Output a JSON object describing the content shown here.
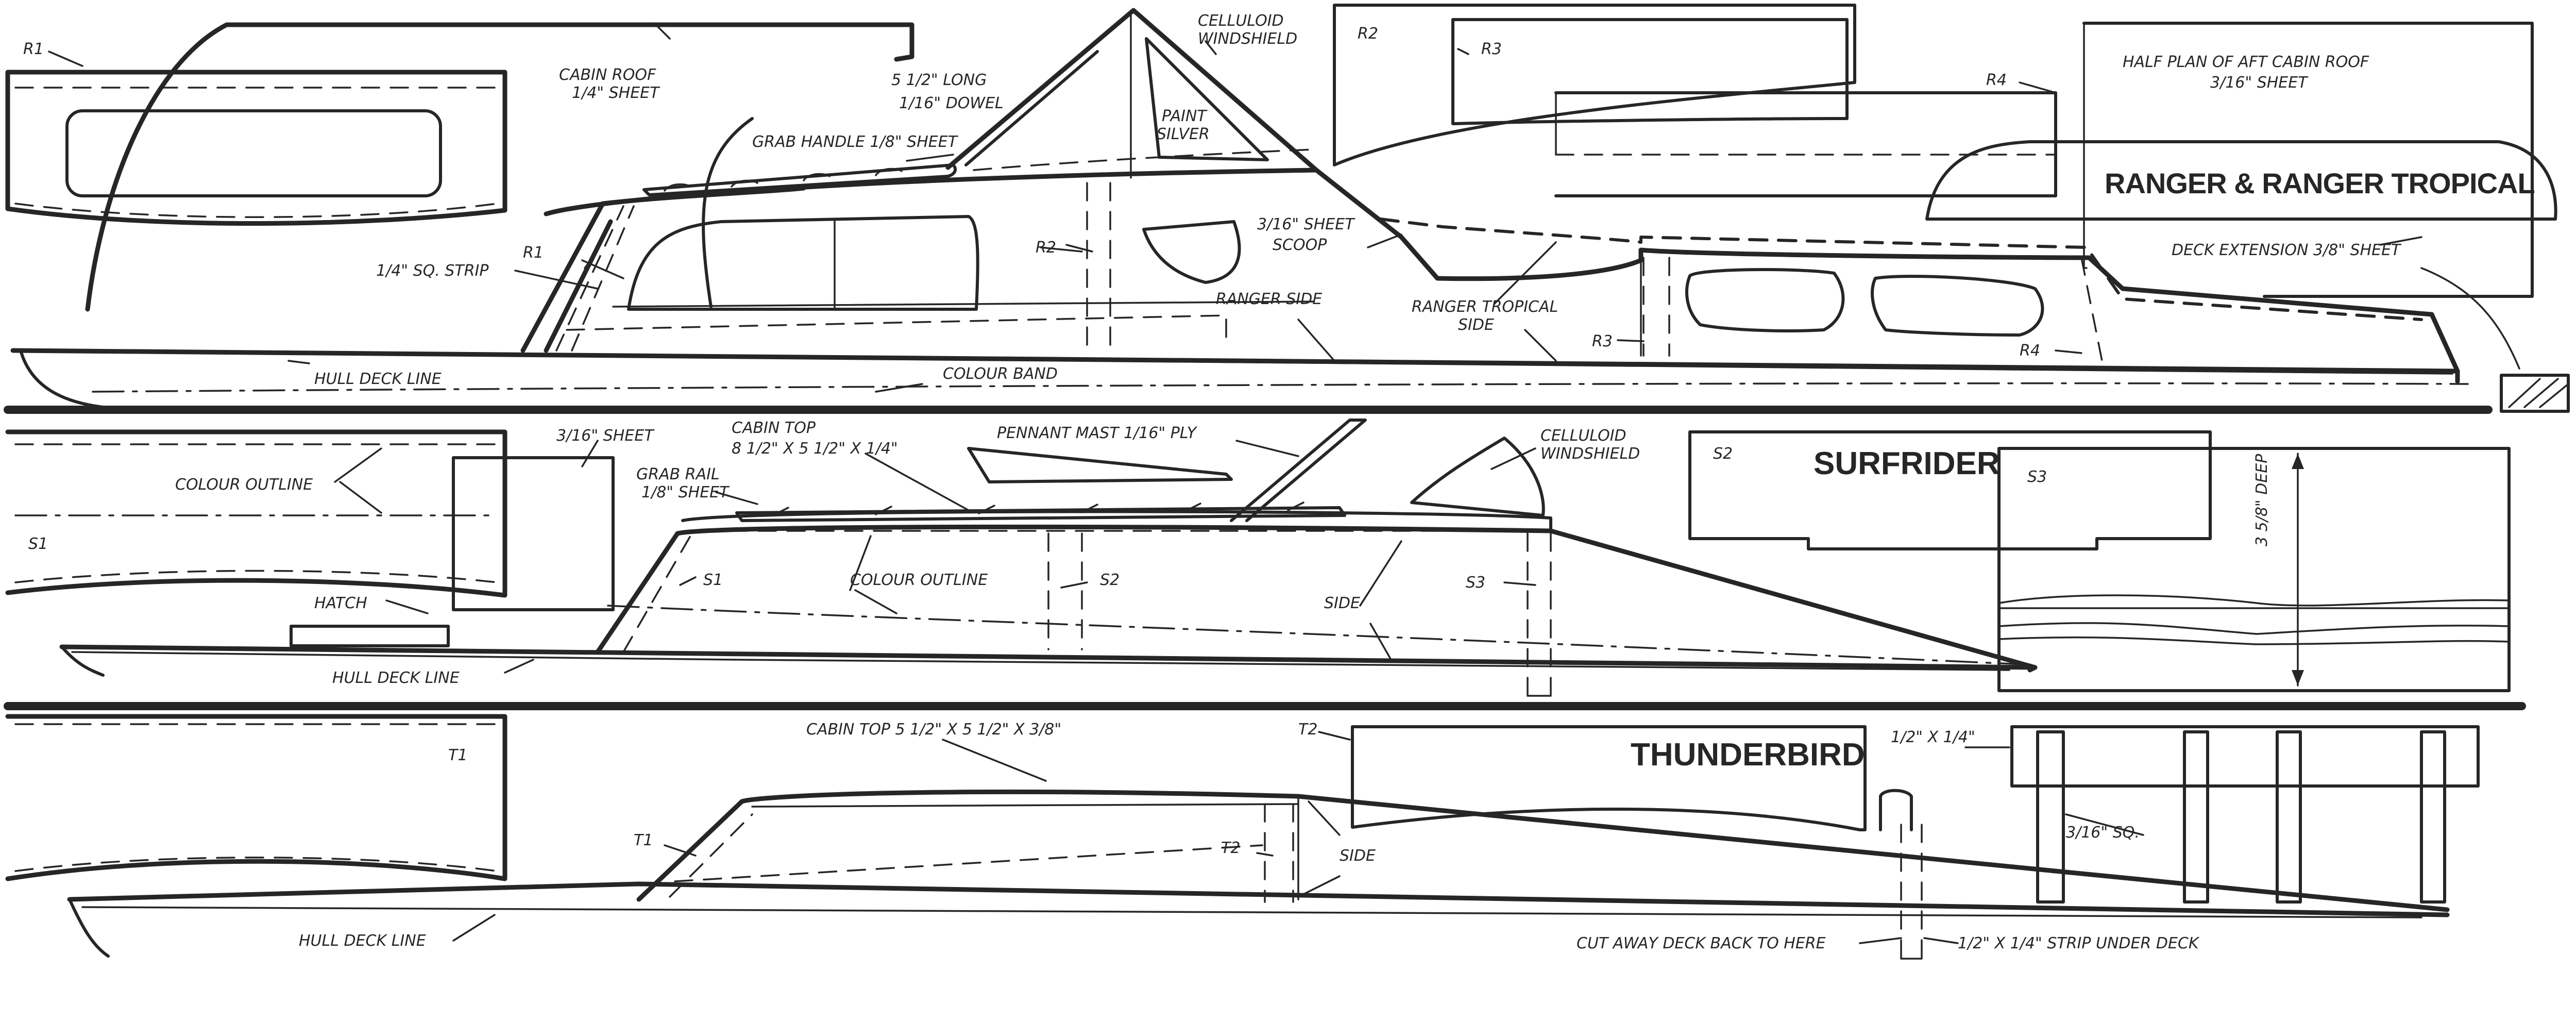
{
  "titles": {
    "ranger": "RANGER & RANGER TROPICAL",
    "surfrider": "SURFRIDER",
    "thunderbird": "THUNDERBIRD"
  },
  "ranger": {
    "cabin_roof": [
      "CABIN ROOF",
      "1/4\" SHEET"
    ],
    "dowel": [
      "5 1/2\" LONG",
      "1/16\" DOWEL"
    ],
    "windshield": [
      "CELLULOID",
      "WINDSHIELD"
    ],
    "paint": [
      "PAINT",
      "SILVER"
    ],
    "grab_handle": "GRAB HANDLE 1/8\" SHEET",
    "scoop": [
      "3/16\" SHEET",
      "SCOOP"
    ],
    "sq_strip": "1/4\" SQ. STRIP",
    "ranger_side": "RANGER SIDE",
    "tropical_side": [
      "RANGER TROPICAL",
      "SIDE"
    ],
    "half_plan": [
      "HALF PLAN OF AFT CABIN ROOF",
      "3/16\" SHEET"
    ],
    "deck_extension": "DECK EXTENSION 3/8\" SHEET",
    "hull_deck_line": "HULL DECK LINE",
    "colour_band": "COLOUR BAND",
    "parts": {
      "r1a": "R1",
      "r1b": "R1",
      "r2a": "R2",
      "r2b": "R2",
      "r3a": "R3",
      "r3b": "R3",
      "r4a": "R4",
      "r4b": "R4"
    }
  },
  "surfrider": {
    "sheet": "3/16\" SHEET",
    "colour_outline_1": "COLOUR OUTLINE",
    "grab_rail": [
      "GRAB RAIL",
      "1/8\" SHEET"
    ],
    "cabin_top": [
      "CABIN TOP",
      "8 1/2\" X 5 1/2\" X 1/4\""
    ],
    "pennant": "PENNANT MAST 1/16\" PLY",
    "windshield": [
      "CELLULOID",
      "WINDSHIELD"
    ],
    "colour_outline_2": "COLOUR OUTLINE",
    "side": "SIDE",
    "hatch": "HATCH",
    "hull_deck_line": "HULL DECK LINE",
    "deep": "3 5/8\" DEEP",
    "parts": {
      "s1a": "S1",
      "s1b": "S1",
      "s2a": "S2",
      "s2b": "S2",
      "s3a": "S3",
      "s3b": "S3"
    }
  },
  "thunderbird": {
    "cabin_top": "CABIN TOP 5 1/2\" X 5 1/2\" X 3/8\"",
    "side": "SIDE",
    "strip_size": "1/2\" X 1/4\"",
    "sq": "3/16\" SQ.",
    "cut_away": "CUT AWAY DECK BACK TO HERE",
    "strip_under": "1/2\" X 1/4\" STRIP UNDER DECK",
    "hull_deck_line": "HULL DECK LINE",
    "parts": {
      "t1a": "T1",
      "t1b": "T1",
      "t2a": "T2",
      "t2b": "T2"
    }
  }
}
